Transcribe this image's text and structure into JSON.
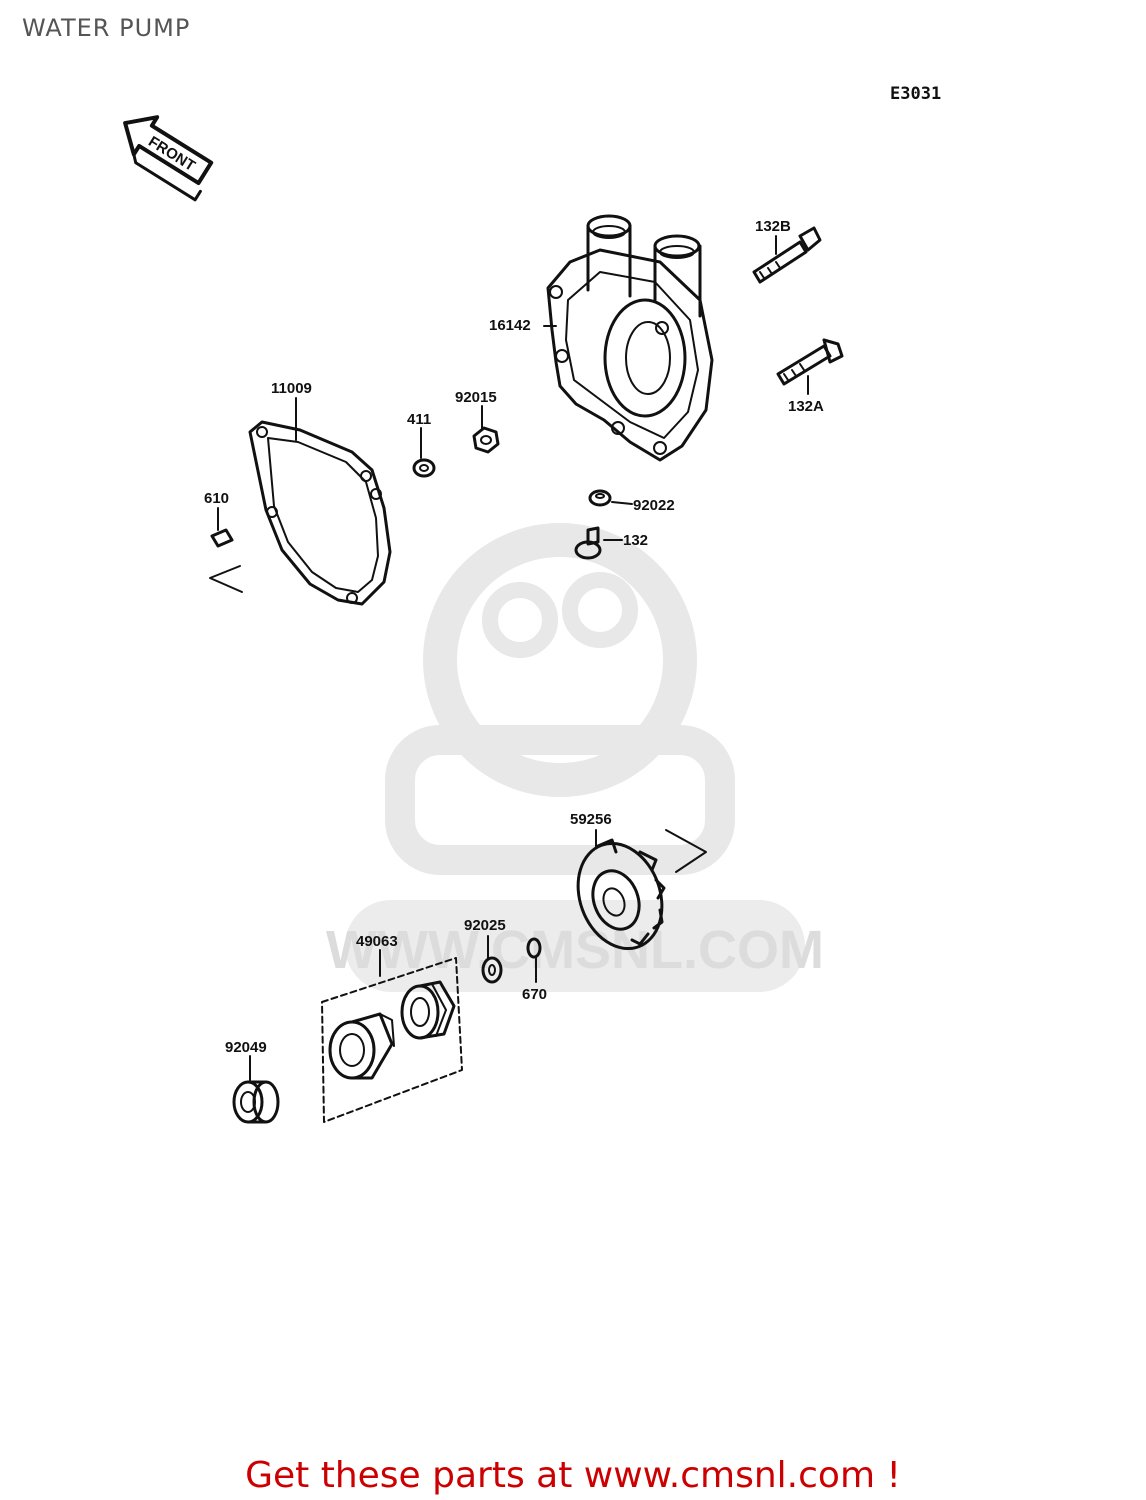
{
  "page_title": "WATER PUMP",
  "diagram_code": "E3031",
  "direction_arrow_label": "FRONT",
  "watermark": "WWW.CMSNL.COM",
  "parts": {
    "p132b": "132B",
    "p132a": "132A",
    "p16142": "16142",
    "p11009": "11009",
    "p92015": "92015",
    "p411": "411",
    "p610": "610",
    "p92022": "92022",
    "p132": "132",
    "p59256": "59256",
    "p92025": "92025",
    "p49063": "49063",
    "p670": "670",
    "p92049": "92049"
  },
  "cta_text": "Get these parts at www.cmsnl.com !",
  "colors": {
    "cta": "#cc0000",
    "line": "#111111",
    "watermark": "#e6e6e6"
  }
}
